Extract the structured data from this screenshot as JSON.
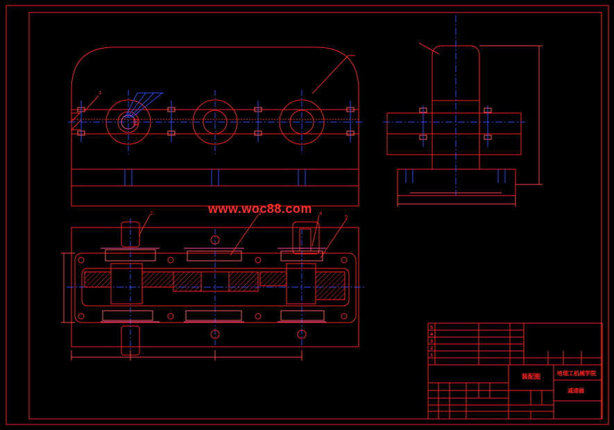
{
  "watermark": "www.woc88.com",
  "colors": {
    "outline": "#ff2020",
    "centerline": "#2a4dff",
    "hatch": "#ff2020",
    "bolt": "#ff5a5a",
    "pink": "#ff4da6",
    "dim": "#ff4040"
  },
  "callouts": {
    "front": [
      "1"
    ],
    "plan": [
      "2",
      "3",
      "4",
      "5"
    ]
  },
  "title_block": {
    "assembly_title": "装配图",
    "school": "哈理工机械学院",
    "drawing_no": "减速器",
    "bom_indices": [
      "5",
      "4",
      "3",
      "2",
      "1"
    ]
  }
}
